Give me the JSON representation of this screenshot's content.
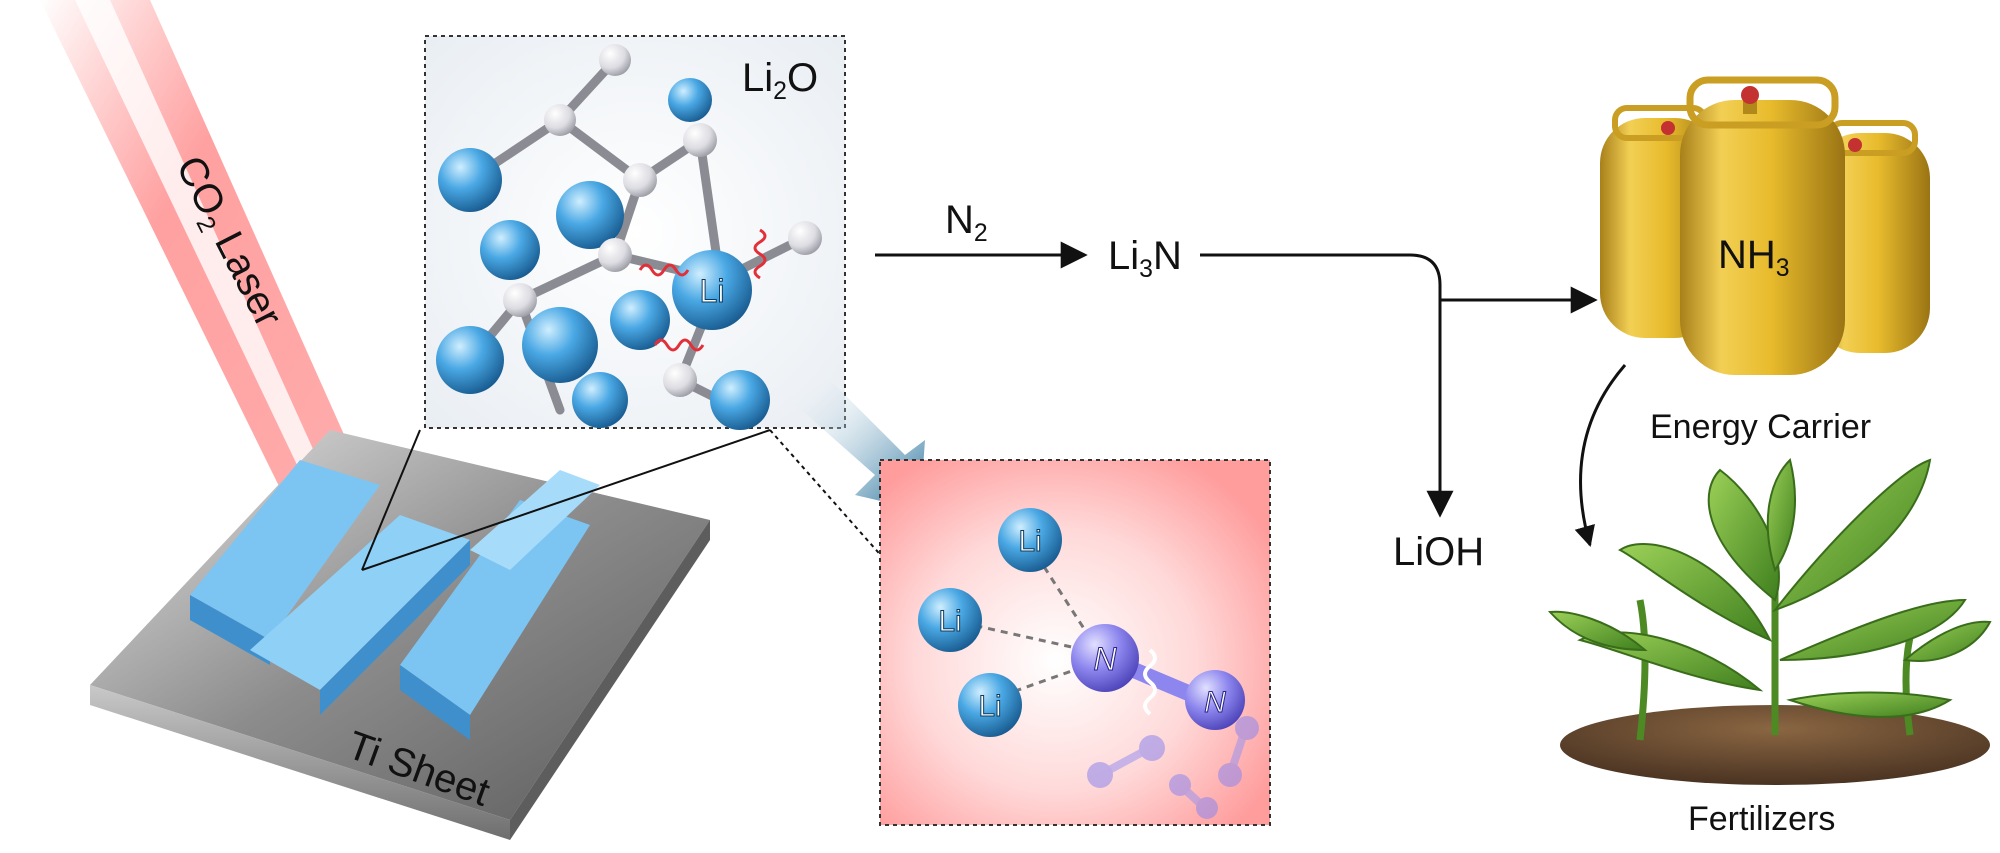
{
  "laser_label": {
    "main": "CO",
    "sub": "2",
    "tail": " Laser"
  },
  "substrate_label": "Ti Sheet",
  "zoom_panel": {
    "formula": {
      "main": "Li",
      "sub": "2",
      "tail": "O"
    },
    "atom_label": "Li"
  },
  "reaction_panel": {
    "atom_labels": [
      "Li",
      "Li",
      "Li"
    ],
    "nitrogen_labels": [
      "N",
      "N"
    ]
  },
  "reaction_path": {
    "reactant": {
      "main": "N",
      "sub": "2"
    },
    "product": {
      "main": "Li",
      "sub": "3",
      "tail": "N"
    },
    "byproduct": "LiOH"
  },
  "outputs": {
    "ammonia": {
      "main": "NH",
      "sub": "3"
    },
    "ammonia_caption": "Energy Carrier",
    "fertilizer_caption": "Fertilizers"
  },
  "colors": {
    "laser": "#ff5a5a",
    "crystal_blue": "#3a9ad9",
    "atom_white": "#e9e9ee",
    "nitrogen_purple": "#7b74e6",
    "arrow_blue": "#1f6d99",
    "tank_yellow": "#e6b92a",
    "leaf_green": "#5b9b2c",
    "soil_brown": "#6a4a2e",
    "metal_gray": "#9a9a9a"
  }
}
